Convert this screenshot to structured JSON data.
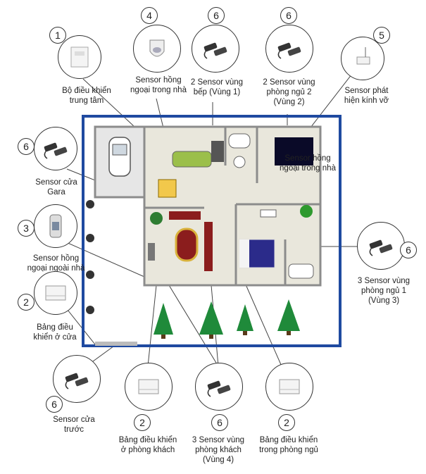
{
  "devices": [
    {
      "id": "control",
      "num": "1",
      "label": "Bộ điều khiển\ntrung tâm",
      "icon": "control-panel-icon"
    },
    {
      "id": "pir-indoor",
      "num": "4",
      "label": "Sensor hồng\nngoại trong nhà",
      "icon": "pir-motion-sensor-icon"
    },
    {
      "id": "kitchen",
      "num": "6",
      "label": "2 Sensor vùng\nbếp (Vùng 1)",
      "icon": "door-magnet-sensor-icon"
    },
    {
      "id": "bedroom2",
      "num": "6",
      "label": "2 Sensor vùng\nphòng ngủ 2\n(Vùng 2)",
      "icon": "door-magnet-sensor-icon"
    },
    {
      "id": "glass",
      "num": "5",
      "label": "Sensor phát\nhiện kính vỡ",
      "icon": "glass-break-sensor-icon"
    },
    {
      "id": "garage",
      "num": "6",
      "label": "Sensor cửa\nGara",
      "icon": "door-magnet-sensor-icon"
    },
    {
      "id": "pir-outdoor",
      "num": "3",
      "label": "Sensor hồng\nngoại ngoài nhà",
      "icon": "outdoor-pir-sensor-icon"
    },
    {
      "id": "keypad-door",
      "num": "2",
      "label": "Bảng điều\nkhiển ở cửa",
      "icon": "keypad-icon"
    },
    {
      "id": "bedroom1",
      "num": "6",
      "label": "3 Sensor vùng\nphòng ngủ 1\n(Vùng 3)",
      "icon": "door-magnet-sensor-icon"
    },
    {
      "id": "front-door",
      "num": "6",
      "label": "Sensor cửa\ntrước",
      "icon": "door-magnet-sensor-icon"
    },
    {
      "id": "keypad-living",
      "num": "2",
      "label": "Bảng điều khiển\nở phòng khách",
      "icon": "keypad-icon"
    },
    {
      "id": "living",
      "num": "6",
      "label": "3 Sensor vùng\nphòng khách\n(Vùng 4)",
      "icon": "door-magnet-sensor-icon"
    },
    {
      "id": "keypad-bedroom",
      "num": "2",
      "label": "Bảng điều khiển\ntrong phòng ngủ",
      "icon": "keypad-icon"
    }
  ],
  "floorplan_overlay_label": "Sensor hồng\nngoại trong nhà",
  "colors": {
    "frame": "#1f4aa0",
    "wall": "#8c8c8c",
    "floor": "#e9e7dc",
    "tree": "#1f8a3a",
    "line": "#444444"
  }
}
